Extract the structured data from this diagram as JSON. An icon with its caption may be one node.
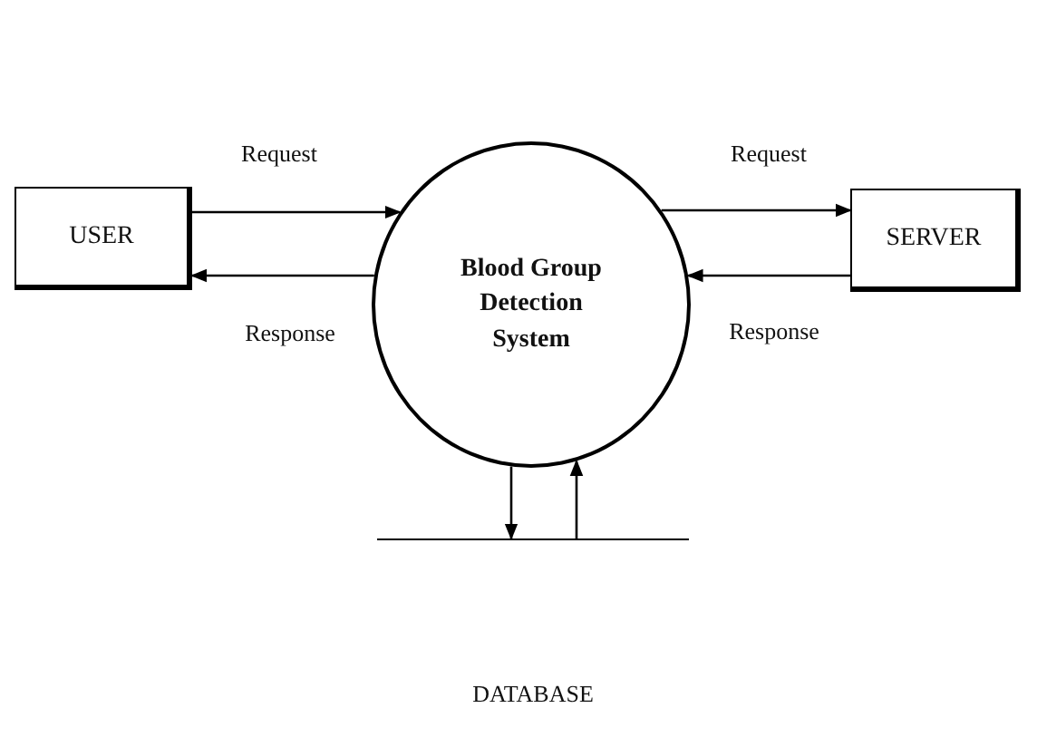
{
  "diagram": {
    "nodes": [
      {
        "text": [
          "USER"
        ]
      },
      {
        "text": [
          "Blood Group Detection System"
        ]
      },
      {
        "text": [
          "SERVER"
        ]
      },
      {
        "text": [
          "DATABASE"
        ]
      }
    ],
    "edges": [
      {
        "from": 0,
        "to": 1,
        "arrow": "to",
        "label": "Request"
      },
      {
        "from": 1,
        "to": 0,
        "arrow": "to",
        "label": "Response"
      },
      {
        "from": 1,
        "to": 2,
        "arrow": "to",
        "label": "Request"
      },
      {
        "from": 2,
        "to": 1,
        "arrow": "to",
        "label": "Response"
      },
      {
        "from": 1,
        "to": 3,
        "arrow": "to"
      },
      {
        "from": 3,
        "to": 1,
        "arrow": "to"
      }
    ]
  }
}
